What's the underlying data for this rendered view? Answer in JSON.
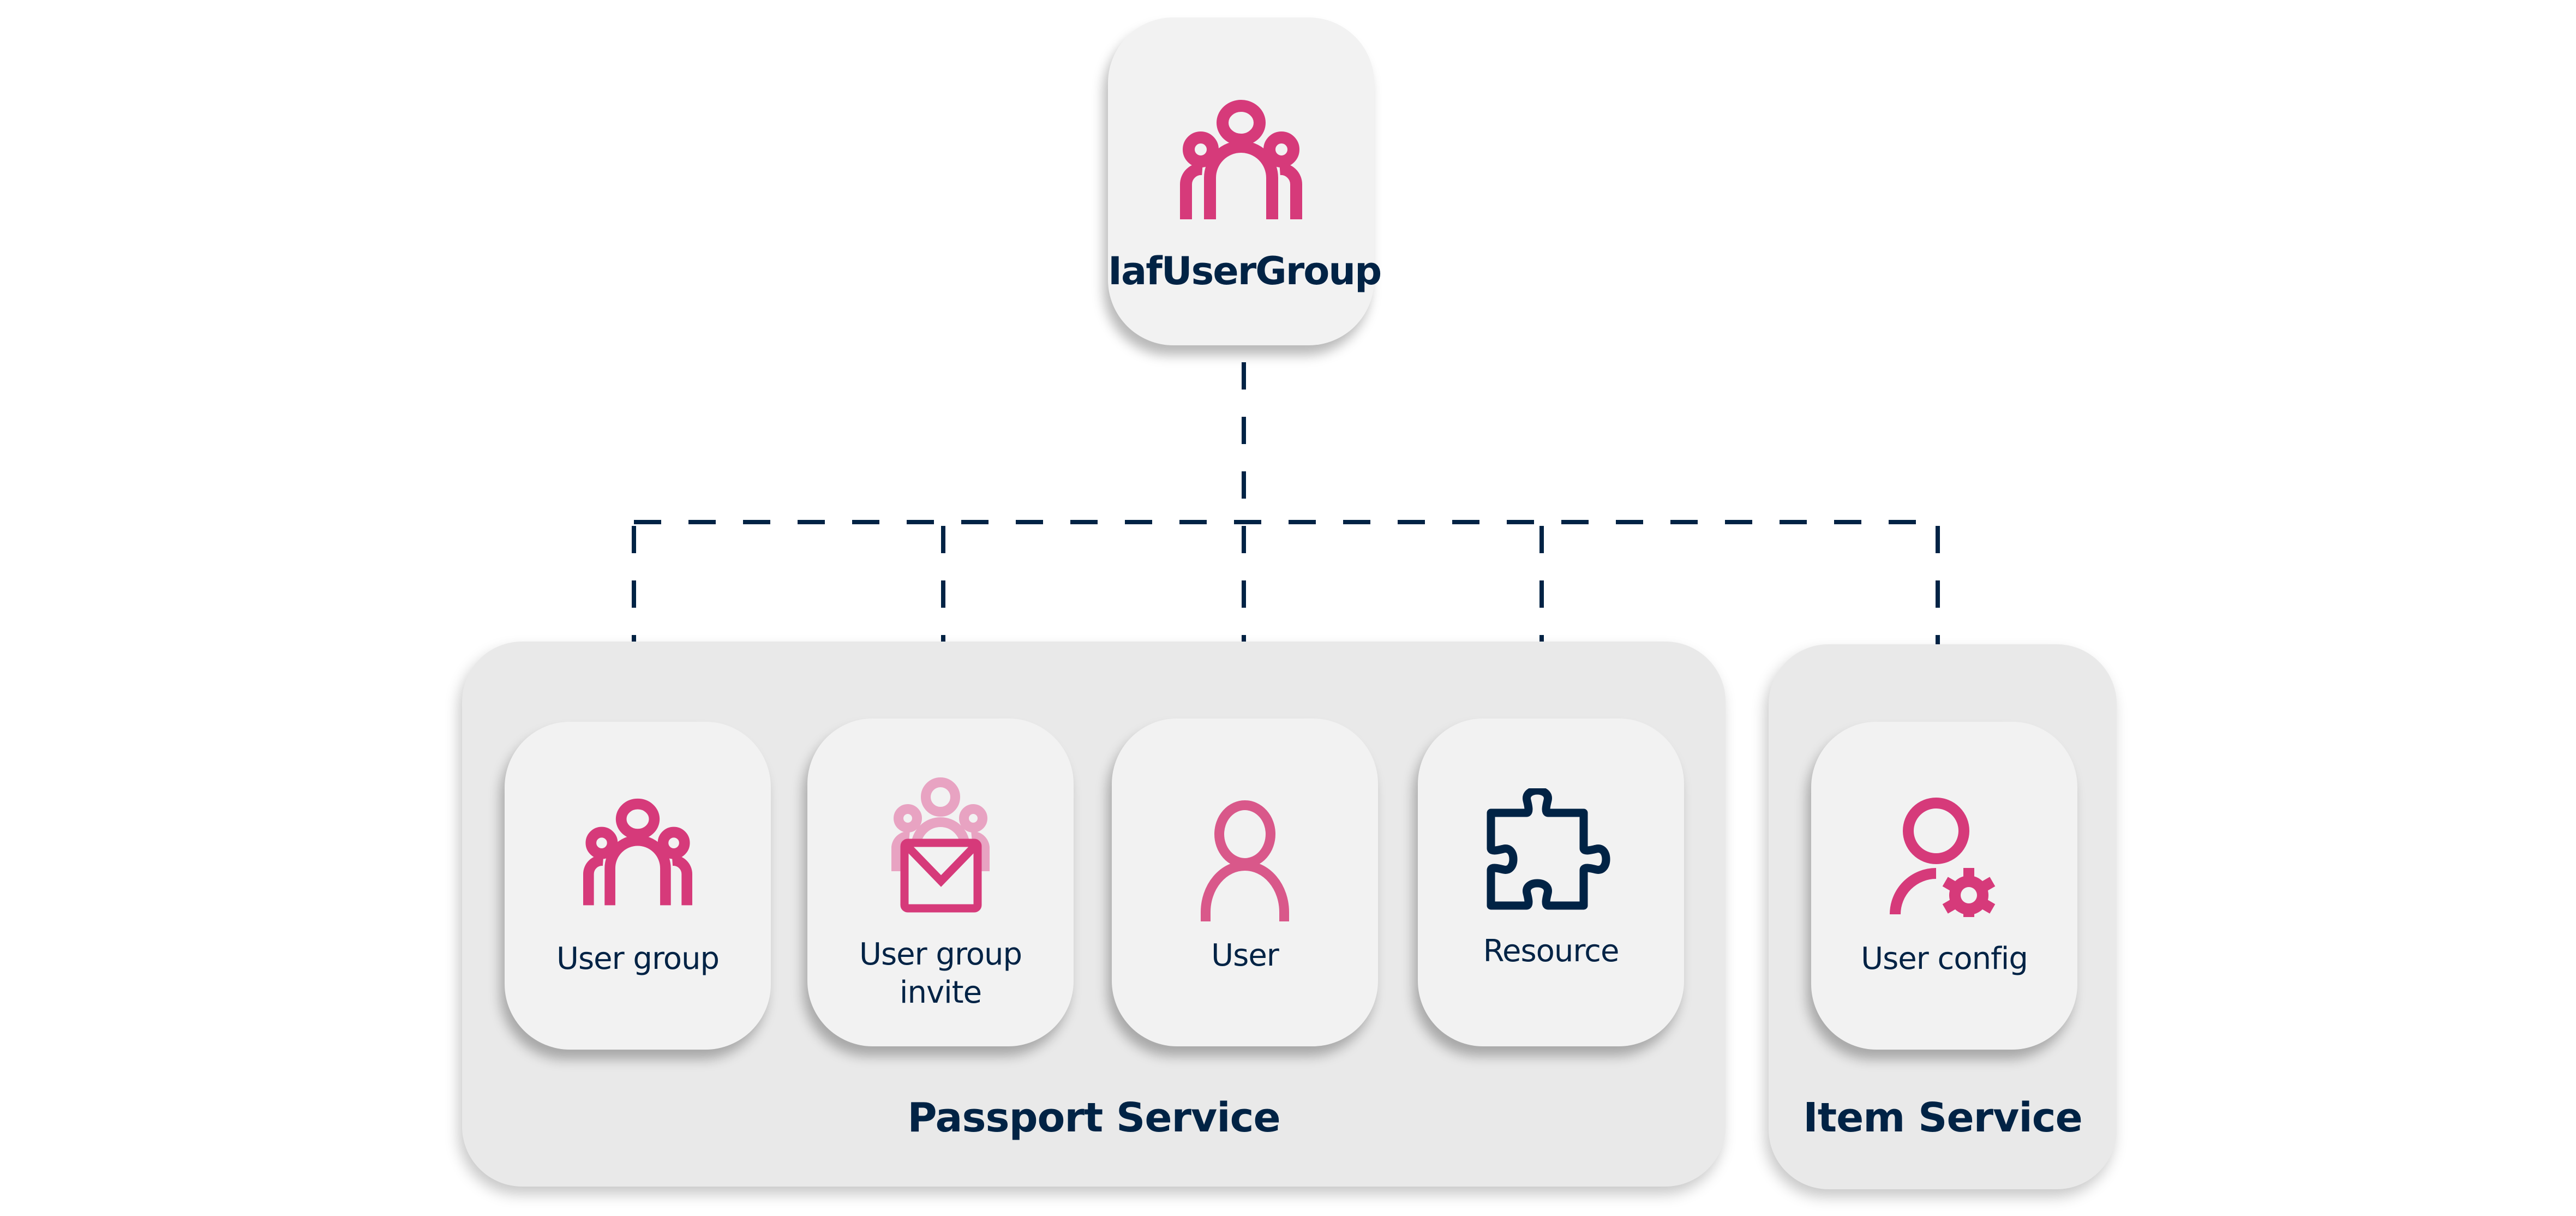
{
  "diagram": {
    "root": {
      "label": "IafUserGroup",
      "icon": "user-group-icon"
    },
    "colors": {
      "accent_pink": "#d63a7a",
      "accent_pink_light": "#e8a3c2",
      "navy": "#012345",
      "panel_bg": "#e9e9e9",
      "card_bg": "#f2f2f2"
    },
    "services": [
      {
        "name": "Passport Service",
        "items": [
          {
            "label": "User group",
            "icon": "user-group-icon"
          },
          {
            "label": "User group invite",
            "label_lines": [
              "User group",
              "invite"
            ],
            "icon": "user-group-invite-icon"
          },
          {
            "label": "User",
            "icon": "user-icon"
          },
          {
            "label": "Resource",
            "icon": "puzzle-piece-icon"
          }
        ]
      },
      {
        "name": "Item Service",
        "items": [
          {
            "label": "User config",
            "icon": "user-config-icon"
          }
        ]
      }
    ],
    "connectors": {
      "style": "dashed",
      "from": "IafUserGroup",
      "to": [
        "User group",
        "User group invite",
        "User",
        "Resource",
        "User config"
      ]
    }
  }
}
